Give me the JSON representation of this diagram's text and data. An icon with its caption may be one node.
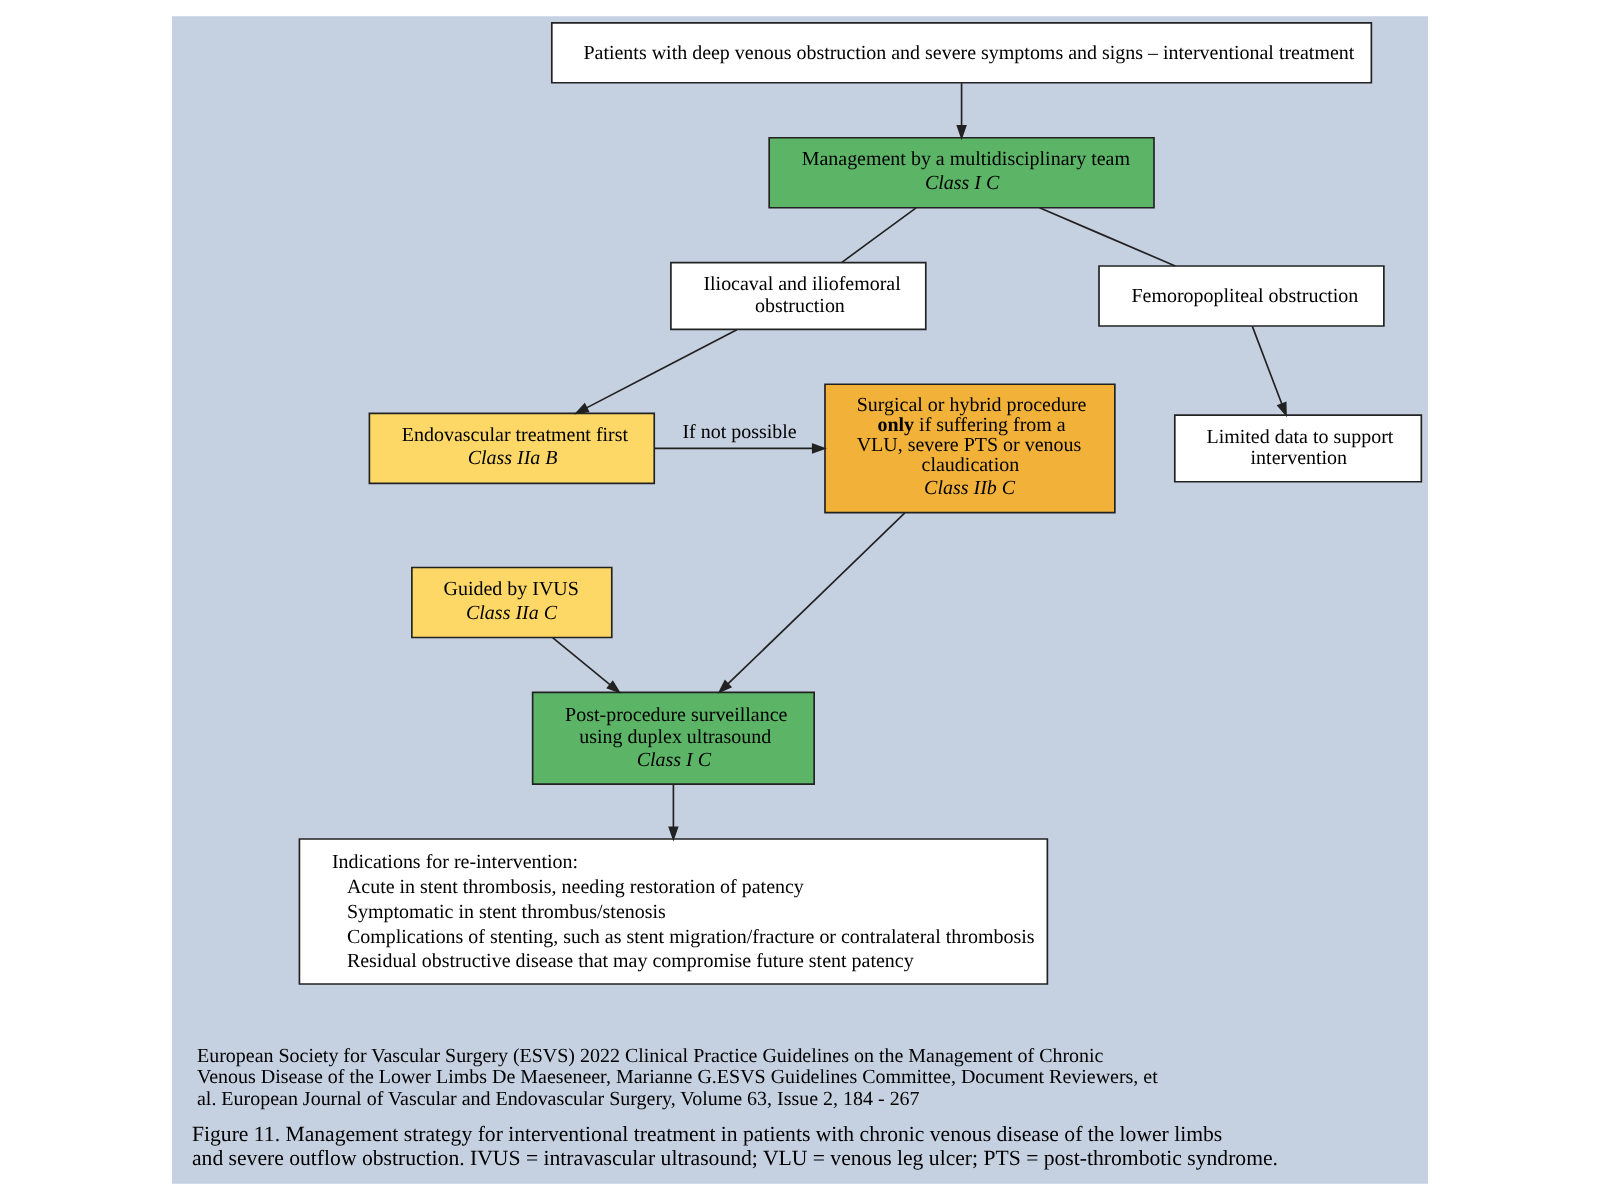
{
  "diagram": {
    "caption": "Figure 11. Management strategy for interventional treatment in patients with chronic venous disease of the lower limbs and severe outflow obstruction. IVUS = intravascular ultrasound; VLU = venous leg ulcer; PTS = post-thrombotic syndrome.",
    "nodes": [
      {
        "text": [
          "Patients with deep venous obstruction and severe symptoms and signs – interventional treatment"
        ]
      },
      {
        "text": [
          "Management by a multidisciplinary team",
          "Class I C"
        ]
      },
      {
        "text": [
          "Iliocaval and iliofemoral obstruction"
        ]
      },
      {
        "text": [
          "Femoropopliteal obstruction"
        ]
      },
      {
        "text": [
          "Endovascular treatment first",
          "Class IIa B"
        ]
      },
      {
        "text": [
          "Guided by IVUS",
          "Class IIa C"
        ]
      },
      {
        "text": [
          "Surgical or hybrid procedure **only** if suffering from a VLU, severe PTS or venous claudication",
          "Class IIb C"
        ]
      },
      {
        "text": [
          "Limited data to support intervention"
        ]
      },
      {
        "text": [
          "Post-procedure surveillance using duplex ultrasound",
          "Class I C"
        ]
      },
      {
        "text": [
          "Indications for re-intervention:",
          "Acute in stent thrombosis, needing restoration of patency",
          "Symptomatic in stent thrombus/stenosis",
          "Complications of stenting, such as stent migration/fracture or contralateral thrombosis",
          "Residual obstructive disease that may compromise future stent patency"
        ]
      }
    ],
    "edges": [
      {
        "from": 0,
        "to": 1,
        "arrow": "to"
      },
      {
        "from": 1,
        "to": 2,
        "arrow": "none"
      },
      {
        "from": 1,
        "to": 3,
        "arrow": "none"
      },
      {
        "from": 2,
        "to": 4,
        "arrow": "to"
      },
      {
        "from": 3,
        "to": 7,
        "arrow": "to"
      },
      {
        "from": 4,
        "to": 6,
        "arrow": "to",
        "label": "If not possible"
      },
      {
        "from": 5,
        "to": 8,
        "arrow": "to"
      },
      {
        "from": 6,
        "to": 8,
        "arrow": "to"
      },
      {
        "from": 8,
        "to": 9,
        "arrow": "to"
      }
    ],
    "labels": [
      "European Society for Vascular Surgery (ESVS) 2022 Clinical Practice Guidelines on the Management of Chronic Venous Disease of the Lower Limbs De Maeseneer, Marianne G.ESVS Guidelines Committee, Document Reviewers, et al. European Journal of Vascular and Endovascular Surgery, Volume 63, Issue 2, 184 - 267"
    ]
  }
}
